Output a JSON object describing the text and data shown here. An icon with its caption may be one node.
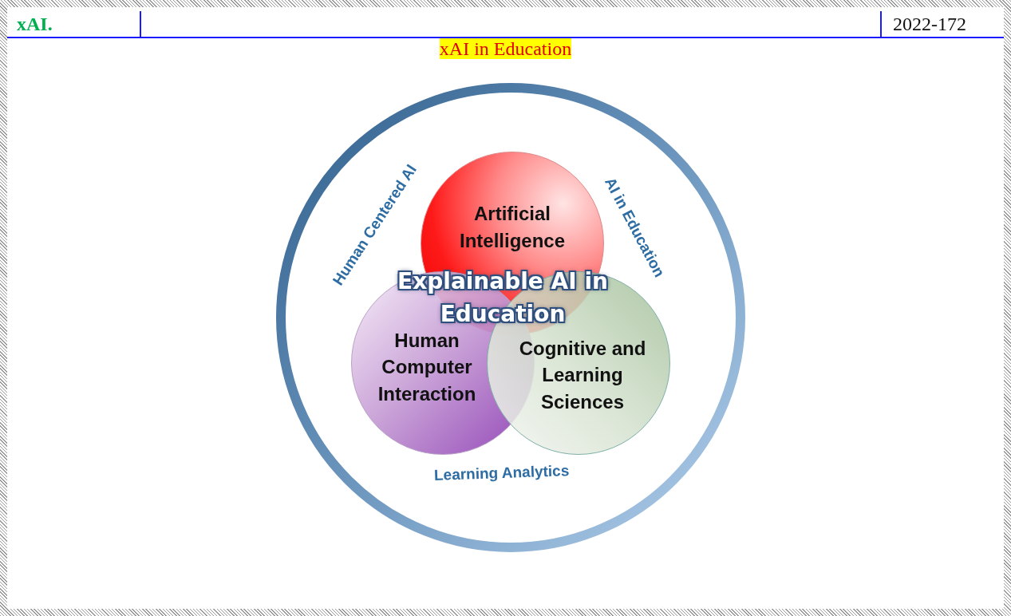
{
  "diagram": {
    "title": "xAI in Education",
    "nodes": [
      {
        "text": [
          "Human Centered AI",
          "AI in Education",
          "Learning Analytics"
        ]
      },
      {
        "text": [
          "Artificial Intelligence"
        ],
        "in": 0
      },
      {
        "text": [
          "Human Computer Interaction"
        ],
        "in": 0
      },
      {
        "text": [
          "Cognitive and Learning Sciences"
        ],
        "in": 0
      }
    ],
    "labels": [
      "xAI.",
      "2022-172",
      "Explainable AI in Education"
    ]
  }
}
